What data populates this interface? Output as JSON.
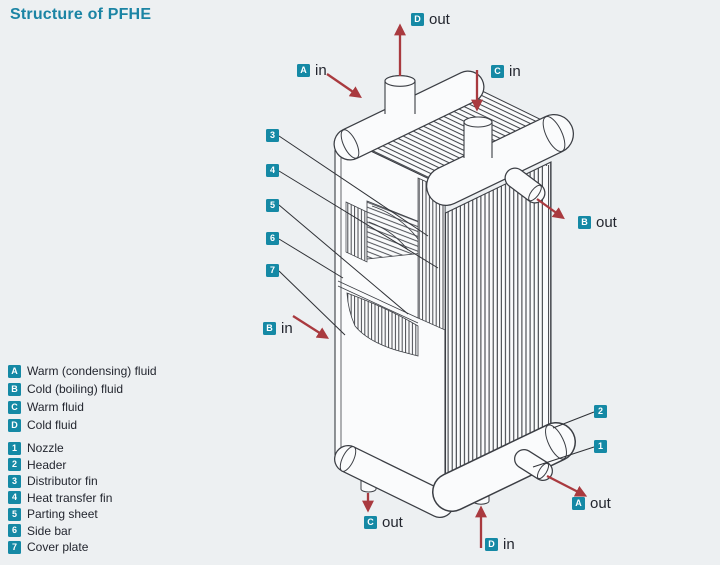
{
  "title": "Structure of PFHE",
  "colors": {
    "badge_teal": "#1589a5",
    "title_teal": "#1b84a4",
    "arrow_red": "#a93a3f",
    "background": "#edf0f2",
    "line_art": "#3b3e44"
  },
  "flows": [
    {
      "id": "d-out",
      "stream": "D",
      "direction": "out",
      "position": "top"
    },
    {
      "id": "a-in",
      "stream": "A",
      "direction": "in",
      "position": "upper-left"
    },
    {
      "id": "c-in",
      "stream": "C",
      "direction": "in",
      "position": "upper-right"
    },
    {
      "id": "b-out",
      "stream": "B",
      "direction": "out",
      "position": "right"
    },
    {
      "id": "b-in",
      "stream": "B",
      "direction": "in",
      "position": "left"
    },
    {
      "id": "c-out",
      "stream": "C",
      "direction": "out",
      "position": "bottom-left"
    },
    {
      "id": "d-in",
      "stream": "D",
      "direction": "in",
      "position": "bottom-center"
    },
    {
      "id": "a-out",
      "stream": "A",
      "direction": "out",
      "position": "bottom-right"
    }
  ],
  "legend_fluids": [
    {
      "key": "A",
      "label": "Warm (condensing) fluid"
    },
    {
      "key": "B",
      "label": "Cold (boiling) fluid"
    },
    {
      "key": "C",
      "label": "Warm fluid"
    },
    {
      "key": "D",
      "label": "Cold fluid"
    }
  ],
  "legend_parts": [
    {
      "key": "1",
      "label": "Nozzle"
    },
    {
      "key": "2",
      "label": "Header"
    },
    {
      "key": "3",
      "label": "Distributor fin"
    },
    {
      "key": "4",
      "label": "Heat transfer fin"
    },
    {
      "key": "5",
      "label": "Parting sheet"
    },
    {
      "key": "6",
      "label": "Side bar"
    },
    {
      "key": "7",
      "label": "Cover plate"
    }
  ],
  "callout_badges": [
    "3",
    "4",
    "5",
    "6",
    "7",
    "2",
    "1"
  ]
}
